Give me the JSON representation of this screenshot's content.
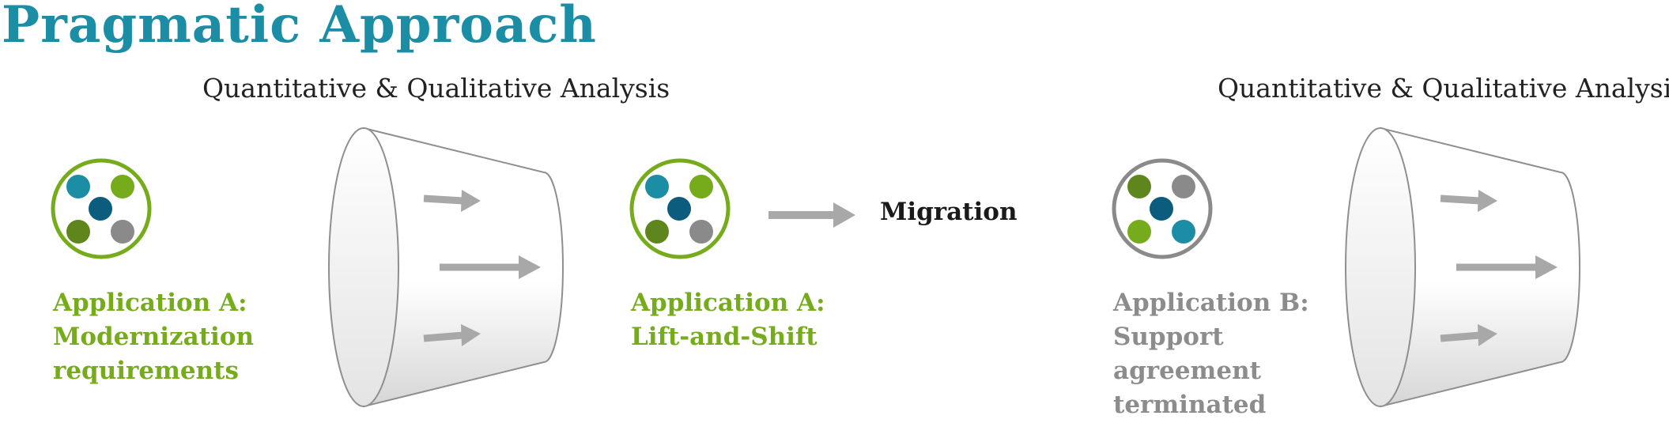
{
  "title": "Pragmatic Approach",
  "analysis_left": "Quantitative & Qualitative Analysis",
  "analysis_right": "Quantitative & Qualitative Analysis",
  "app_modern": {
    "line1": "Application A:",
    "line2": "Modernization",
    "line3": "requirements"
  },
  "app_lift": {
    "line1": "Application A:",
    "line2": "Lift-and-Shift"
  },
  "app_b": {
    "line1": "Application B:",
    "line2": "Support",
    "line3": "agreement",
    "line4": "terminated"
  },
  "migration": "Migration",
  "colors": {
    "teal": "#1b8ea6",
    "green": "#76ac1b",
    "dark_blue": "#0c5c7e",
    "olive": "#5f861c",
    "gray": "#8a8a8a",
    "arrow_gray": "#a8a8a8",
    "label_gray": "#8c8c8c"
  }
}
